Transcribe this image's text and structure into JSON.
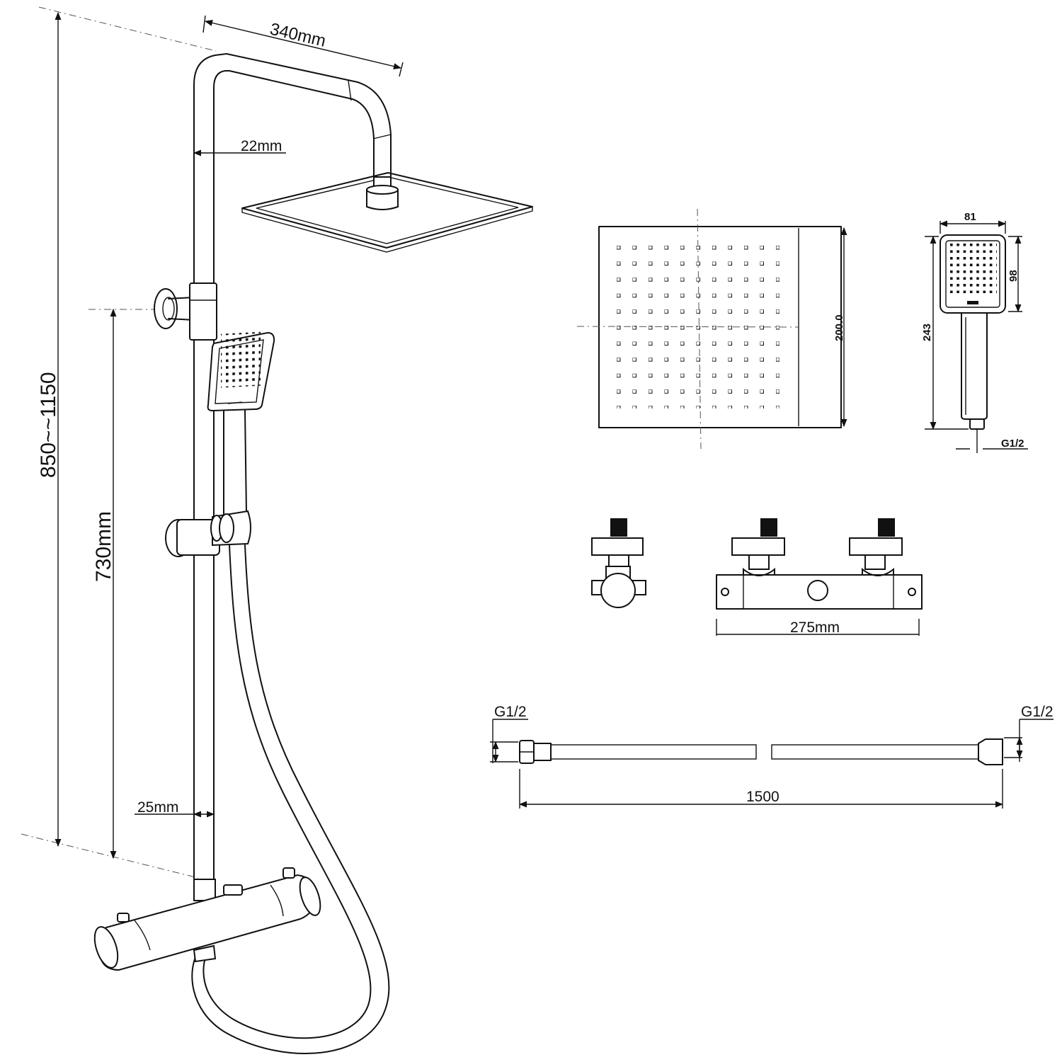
{
  "labels": {
    "arm_length": "340mm",
    "pipe_upper_diameter": "22mm",
    "pipe_lower_diameter": "25mm",
    "overall_height": "850~~1150",
    "rail_height": "730mm",
    "head_size": "200.0",
    "hand_width": "81",
    "hand_head_height": "98",
    "hand_length": "243",
    "hand_thread": "G1/2",
    "valve_length": "275mm",
    "hose_thread_left": "G1/2",
    "hose_thread_right": "G1/2",
    "hose_length": "1500"
  }
}
